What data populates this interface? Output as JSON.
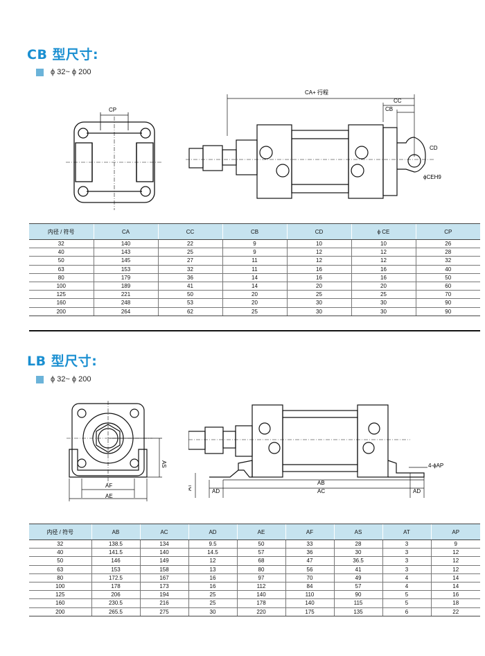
{
  "cb": {
    "title": "CB 型尺寸:",
    "range": "ϕ 32~ ϕ 200",
    "labels": {
      "CP": "CP",
      "CA": "CA+ 行程",
      "CC": "CC",
      "CB": "CB",
      "CD": "CD",
      "CEH9": "ϕCEH9"
    },
    "headers": [
      "内径 / 符号",
      "CA",
      "CC",
      "CB",
      "CD",
      "ϕ CE",
      "CP"
    ],
    "rows": [
      [
        "32",
        "140",
        "22",
        "9",
        "10",
        "10",
        "26"
      ],
      [
        "40",
        "143",
        "25",
        "9",
        "12",
        "12",
        "28"
      ],
      [
        "50",
        "145",
        "27",
        "11",
        "12",
        "12",
        "32"
      ],
      [
        "63",
        "153",
        "32",
        "11",
        "16",
        "16",
        "40"
      ],
      [
        "80",
        "179",
        "36",
        "14",
        "16",
        "16",
        "50"
      ],
      [
        "100",
        "189",
        "41",
        "14",
        "20",
        "20",
        "60"
      ],
      [
        "125",
        "221",
        "50",
        "20",
        "25",
        "25",
        "70"
      ],
      [
        "160",
        "248",
        "53",
        "20",
        "30",
        "30",
        "90"
      ],
      [
        "200",
        "264",
        "62",
        "25",
        "30",
        "30",
        "90"
      ]
    ]
  },
  "lb": {
    "title": "LB 型尺寸:",
    "range": "ϕ 32~ ϕ 200",
    "labels": {
      "AS": "AS",
      "AF": "AF",
      "AE": "AE",
      "AT": "AT",
      "AD": "AD",
      "AB": "AB",
      "AC": "AC",
      "AP": "4-ϕAP"
    },
    "headers": [
      "内径 / 符号",
      "AB",
      "AC",
      "AD",
      "AE",
      "AF",
      "AS",
      "AT",
      "AP"
    ],
    "rows": [
      [
        "32",
        "138.5",
        "134",
        "9.5",
        "50",
        "33",
        "28",
        "3",
        "9"
      ],
      [
        "40",
        "141.5",
        "140",
        "14.5",
        "57",
        "36",
        "30",
        "3",
        "12"
      ],
      [
        "50",
        "146",
        "149",
        "12",
        "68",
        "47",
        "36.5",
        "3",
        "12"
      ],
      [
        "63",
        "153",
        "158",
        "13",
        "80",
        "56",
        "41",
        "3",
        "12"
      ],
      [
        "80",
        "172.5",
        "167",
        "16",
        "97",
        "70",
        "49",
        "4",
        "14"
      ],
      [
        "100",
        "178",
        "173",
        "16",
        "112",
        "84",
        "57",
        "4",
        "14"
      ],
      [
        "125",
        "206",
        "194",
        "25",
        "140",
        "110",
        "90",
        "5",
        "16"
      ],
      [
        "160",
        "230.5",
        "216",
        "25",
        "178",
        "140",
        "115",
        "5",
        "18"
      ],
      [
        "200",
        "265.5",
        "275",
        "30",
        "220",
        "175",
        "135",
        "6",
        "22"
      ]
    ]
  }
}
